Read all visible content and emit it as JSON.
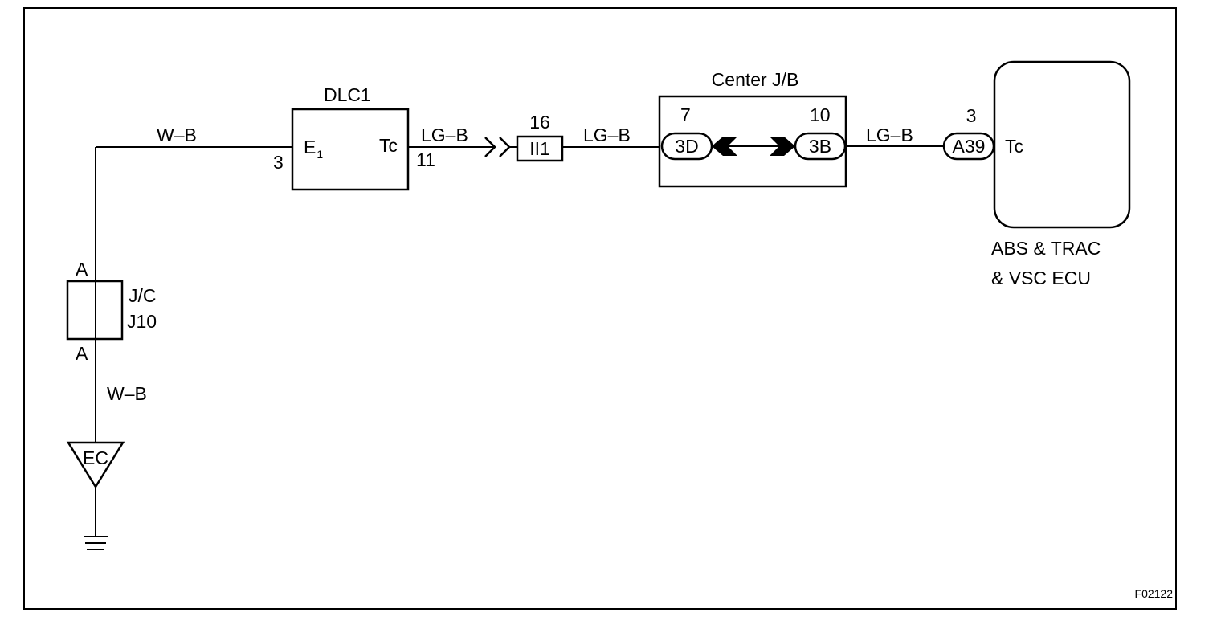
{
  "figure_id": "F02122",
  "wires": {
    "wb_top": "W–B",
    "wb_bottom": "W–B",
    "lgb_1": "LG–B",
    "lgb_2": "LG–B",
    "lgb_3": "LG–B"
  },
  "dlc1": {
    "title": "DLC1",
    "pin_e1_main": "E",
    "pin_e1_sub": "1",
    "pin_tc": "Tc",
    "pin_num_left": "3",
    "pin_num_right": "11"
  },
  "connector_ii1": {
    "label": "II1",
    "pin": "16"
  },
  "center_jb": {
    "title": "Center J/B",
    "left_connector": "3D",
    "left_pin": "7",
    "right_connector": "3B",
    "right_pin": "10"
  },
  "ecu": {
    "connector": "A39",
    "pin": "3",
    "terminal": "Tc",
    "name_line1": "ABS & TRAC",
    "name_line2": "& VSC ECU"
  },
  "junction_connector": {
    "label_line1": "J/C",
    "label_line2": "J10",
    "pin_top": "A",
    "pin_bottom": "A"
  },
  "ground_point": {
    "label": "EC"
  }
}
